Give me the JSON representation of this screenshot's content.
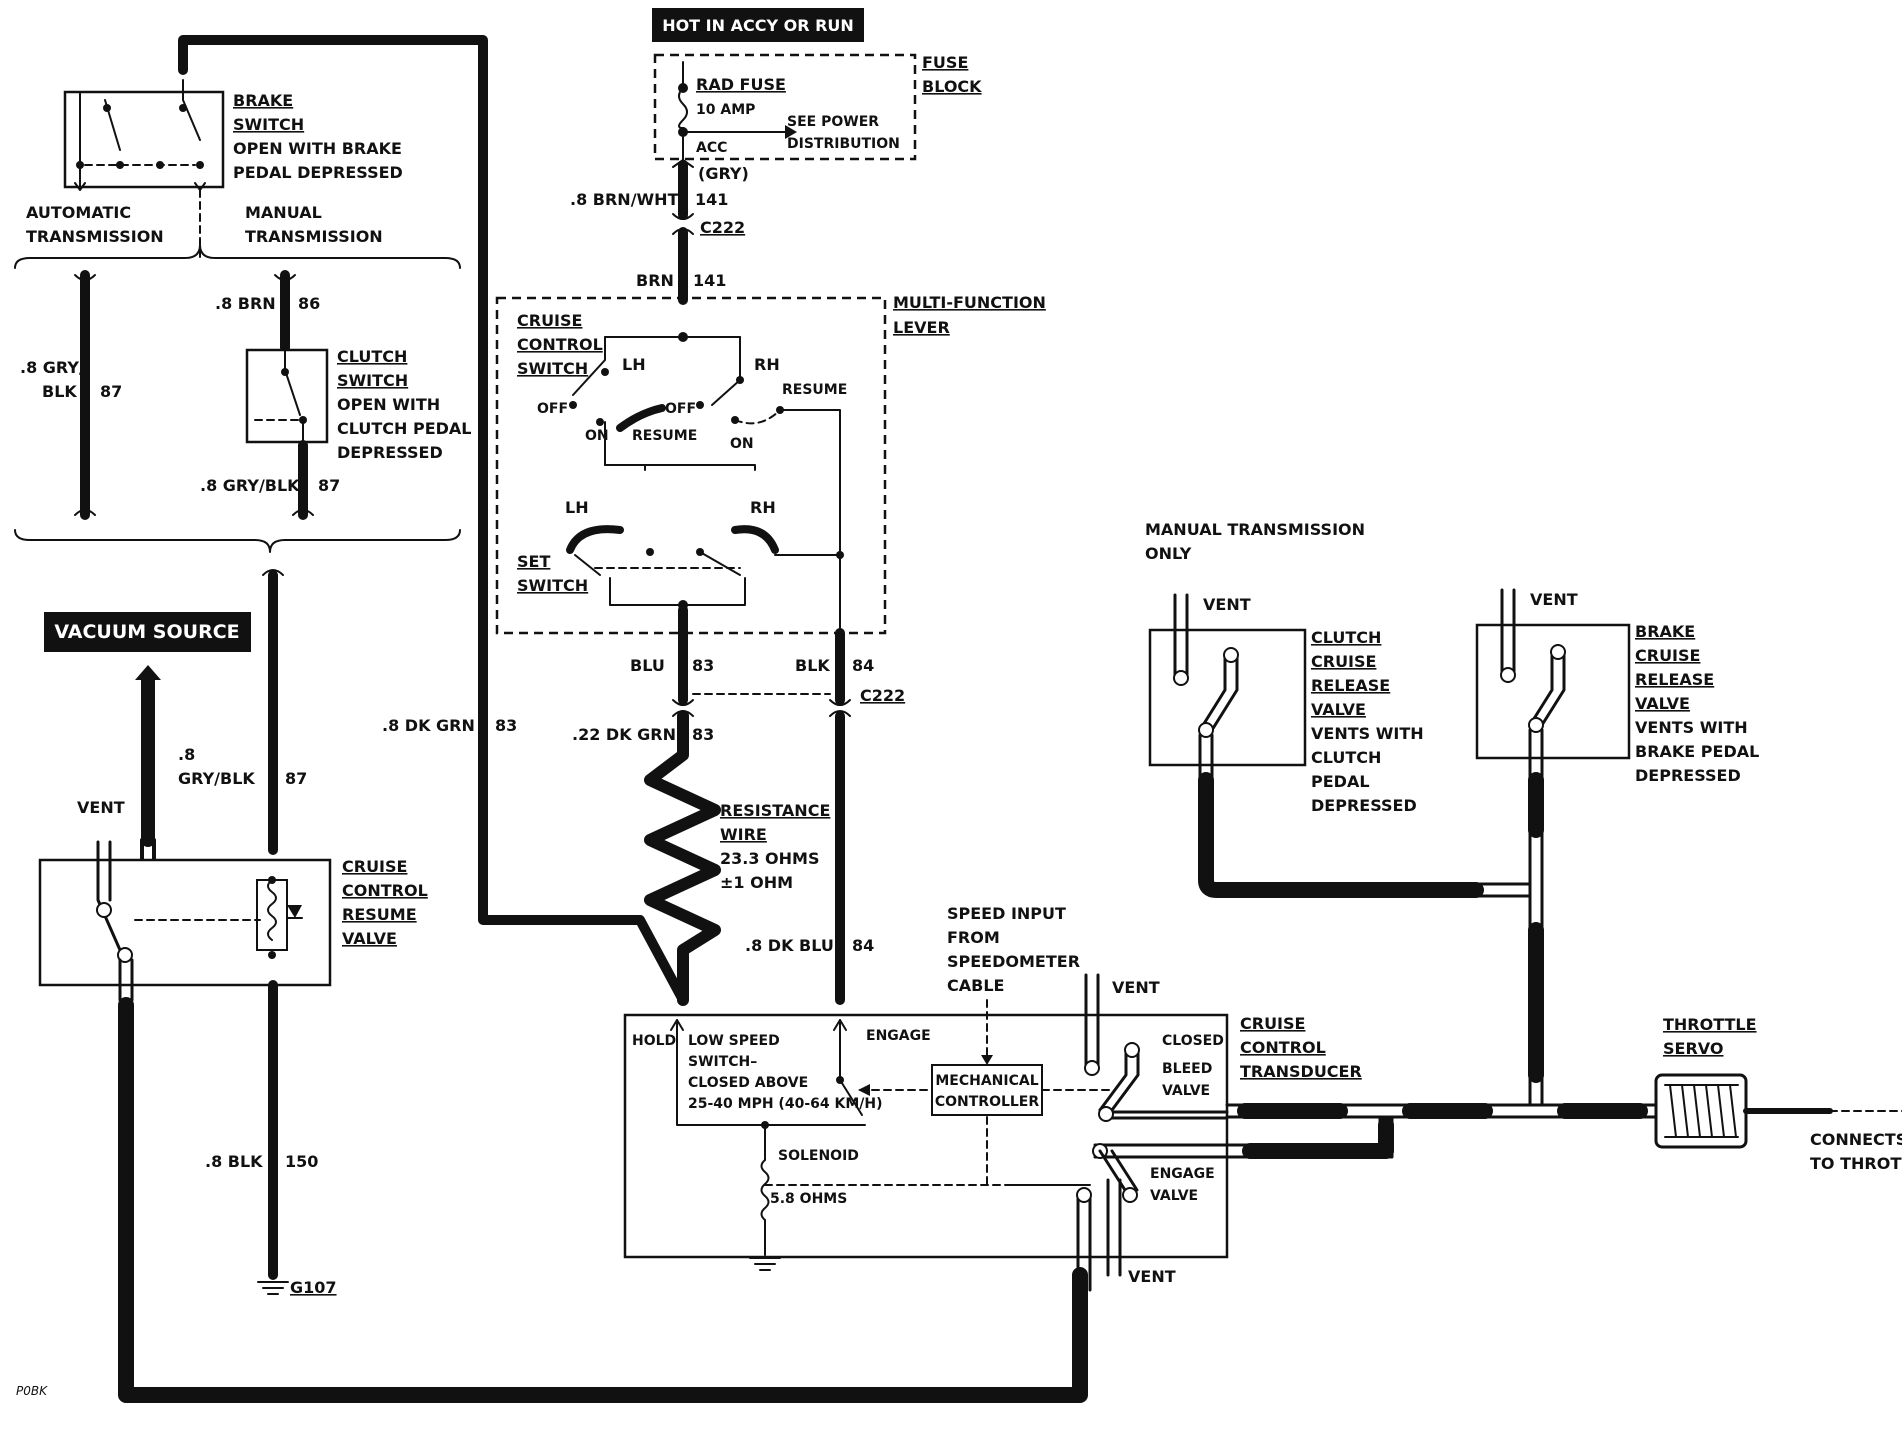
{
  "labels": {
    "hot_in_accy": "HOT IN ACCY OR RUN",
    "fuse_block_1": "FUSE",
    "fuse_block_2": "BLOCK",
    "rad_fuse": "RAD FUSE",
    "fuse_amp": "10 AMP",
    "acc": "ACC",
    "see_power_1": "SEE POWER",
    "see_power_2": "DISTRIBUTION",
    "gry": "(GRY)",
    "brn_wht": ".8 BRN/WHT",
    "c141a": "141",
    "c222a": "C222",
    "brn": "BRN",
    "c141b": "141",
    "mfl_1": "MULTI-FUNCTION",
    "mfl_2": "LEVER",
    "ccs_1": "CRUISE",
    "ccs_2": "CONTROL",
    "ccs_3": "SWITCH",
    "lh1": "LH",
    "rh1": "RH",
    "off1": "OFF",
    "off2": "OFF",
    "on1": "ON",
    "on2": "ON",
    "resume1": "RESUME",
    "resume2": "RESUME",
    "lh2": "LH",
    "rh2": "RH",
    "set_1": "SET",
    "set_2": "SWITCH",
    "blu": "BLU",
    "c83a": "83",
    "blk": "BLK",
    "c84a": "84",
    "c222b": "C222",
    "dkgrn22": ".22 DK GRN",
    "c83b": "83",
    "dkgrn8": ".8 DK GRN",
    "c83c": "83",
    "rw_1": "RESISTANCE",
    "rw_2": "WIRE",
    "rw_3": "23.3 OHMS",
    "rw_4": "±1 OHM",
    "dkblu": ".8 DK BLU",
    "c84b": "84",
    "brake_1": "BRAKE",
    "brake_2": "SWITCH",
    "brake_3": "OPEN WITH BRAKE",
    "brake_4": "PEDAL DEPRESSED",
    "auto_1": "AUTOMATIC",
    "auto_2": "TRANSMISSION",
    "manual_1": "MANUAL",
    "manual_2": "TRANSMISSION",
    "brn8": ".8 BRN",
    "c86": "86",
    "grybk_a": ".8 GRY/",
    "grybk_b": "BLK",
    "c87a": "87",
    "clutch_1": "CLUTCH",
    "clutch_2": "SWITCH",
    "clutch_3": "OPEN WITH",
    "clutch_4": "CLUTCH PEDAL",
    "clutch_5": "DEPRESSED",
    "grybk2": ".8 GRY/BLK",
    "c87b": "87",
    "vacuum": "VACUUM SOURCE",
    "grybk3_a": ".8",
    "grybk3_b": "GRY/BLK",
    "c87c": "87",
    "vent1": "VENT",
    "crv_1": "CRUISE",
    "crv_2": "CONTROL",
    "crv_3": "RESUME",
    "crv_4": "VALVE",
    "blk8": ".8 BLK",
    "c150": "150",
    "g107": "G107",
    "hold": "HOLD",
    "ls_1": "LOW SPEED",
    "ls_2": "SWITCH–",
    "ls_3": "CLOSED ABOVE",
    "ls_4": "25-40 MPH (40-64 KM/H)",
    "engage": "ENGAGE",
    "mc_1": "MECHANICAL",
    "mc_2": "CONTROLLER",
    "solenoid": "SOLENOID",
    "ohms58": "5.8 OHMS",
    "speed_1": "SPEED INPUT",
    "speed_2": "FROM",
    "speed_3": "SPEEDOMETER",
    "speed_4": "CABLE",
    "vent2": "VENT",
    "closed": "CLOSED",
    "bleed_1": "BLEED",
    "bleed_2": "VALVE",
    "engv_1": "ENGAGE",
    "engv_2": "VALVE",
    "vent3": "VENT",
    "cct_1": "CRUISE",
    "cct_2": "CONTROL",
    "cct_3": "TRANSDUCER",
    "mto_1": "MANUAL TRANSMISSION",
    "mto_2": "ONLY",
    "vent4": "VENT",
    "ccrv_1": "CLUTCH",
    "ccrv_2": "CRUISE",
    "ccrv_3": "RELEASE",
    "ccrv_4": "VALVE",
    "ccrv_5": "VENTS WITH",
    "ccrv_6": "CLUTCH",
    "ccrv_7": "PEDAL",
    "ccrv_8": "DEPRESSED",
    "vent5": "VENT",
    "bcrv_1": "BRAKE",
    "bcrv_2": "CRUISE",
    "bcrv_3": "RELEASE",
    "bcrv_4": "VALVE",
    "bcrv_5": "VENTS WITH",
    "bcrv_6": "BRAKE PEDAL",
    "bcrv_7": "DEPRESSED",
    "servo_1": "THROTTLE",
    "servo_2": "SERVO",
    "conn_1": "CONNECTS",
    "conn_2": "TO THROTTLE",
    "code": "P0BK"
  }
}
